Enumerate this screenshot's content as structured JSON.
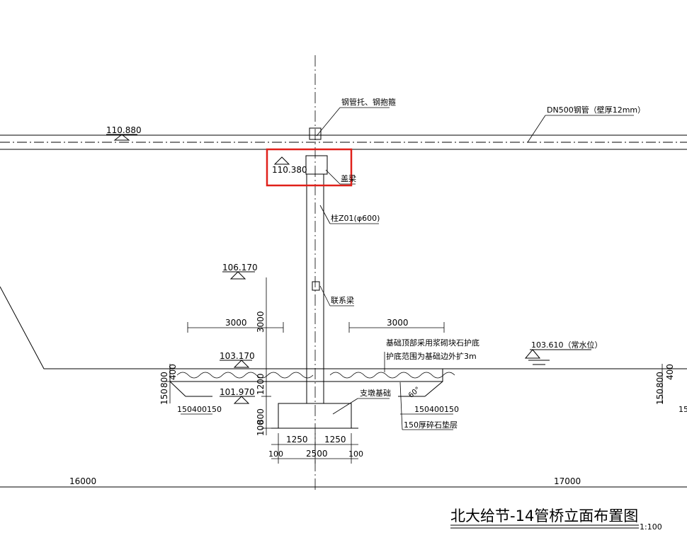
{
  "drawing": {
    "title": "北大给节-14管桥立面布置图",
    "scale": "1:100",
    "elevations": {
      "pipe_top": "110.880",
      "beam": "110.380",
      "upper": "106.170",
      "ground": "103.170",
      "foundation": "101.970",
      "water": "103.610（常水位）"
    },
    "labels": {
      "pipe_support": "钢管托、钢抱箍",
      "pipe": "DN500钢管（壁厚12mm）",
      "cap_beam": "盖梁",
      "column": "柱Z01(φ600)",
      "tie_beam": "联系梁",
      "riprap_1": "基础顶部采用浆砌块石护底",
      "riprap_2": "护底范围为基础边外扩3m",
      "footing": "支墩基础",
      "gravel": "150厚碎石垫层",
      "slope": "60°"
    },
    "dims": {
      "left_3000": "3000",
      "right_3000": "3000",
      "vert_3000": "3000",
      "vert_1200": "1200",
      "vert_800": "800",
      "vert_100": "100",
      "left_150": "150",
      "left_800": "800",
      "left_400": "400",
      "left_bottom": "150400150",
      "right_bottom": "150400150",
      "right_150": "150",
      "right_800": "800",
      "right_400": "400",
      "right_edge": "15",
      "half_1": "1250",
      "half_2": "1250",
      "total": "2500",
      "edge_100_l": "100",
      "edge_100_r": "100",
      "span_left": "16000",
      "span_right": "17000"
    }
  }
}
